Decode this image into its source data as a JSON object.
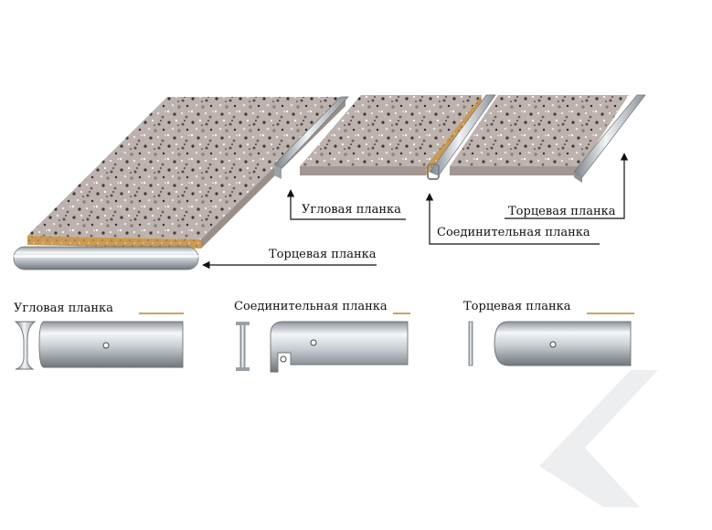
{
  "diagram": {
    "callouts": {
      "end_strip_bottom": "Торцевая планка",
      "corner_strip": "Угловая планка",
      "connecting_strip": "Соединительная планка",
      "end_strip_right": "Торцевая планка"
    },
    "profiles": [
      {
        "name": "Угловая планка"
      },
      {
        "name": "Соединительная планка"
      },
      {
        "name": "Торцевая планка"
      }
    ]
  },
  "colors": {
    "granite_base": "#b9aea9",
    "granite_dark": "#3e3a3a",
    "edge_chipboard": "#c99a55",
    "metal_light": "#f2f4f6",
    "metal_dark": "#7f868d"
  }
}
